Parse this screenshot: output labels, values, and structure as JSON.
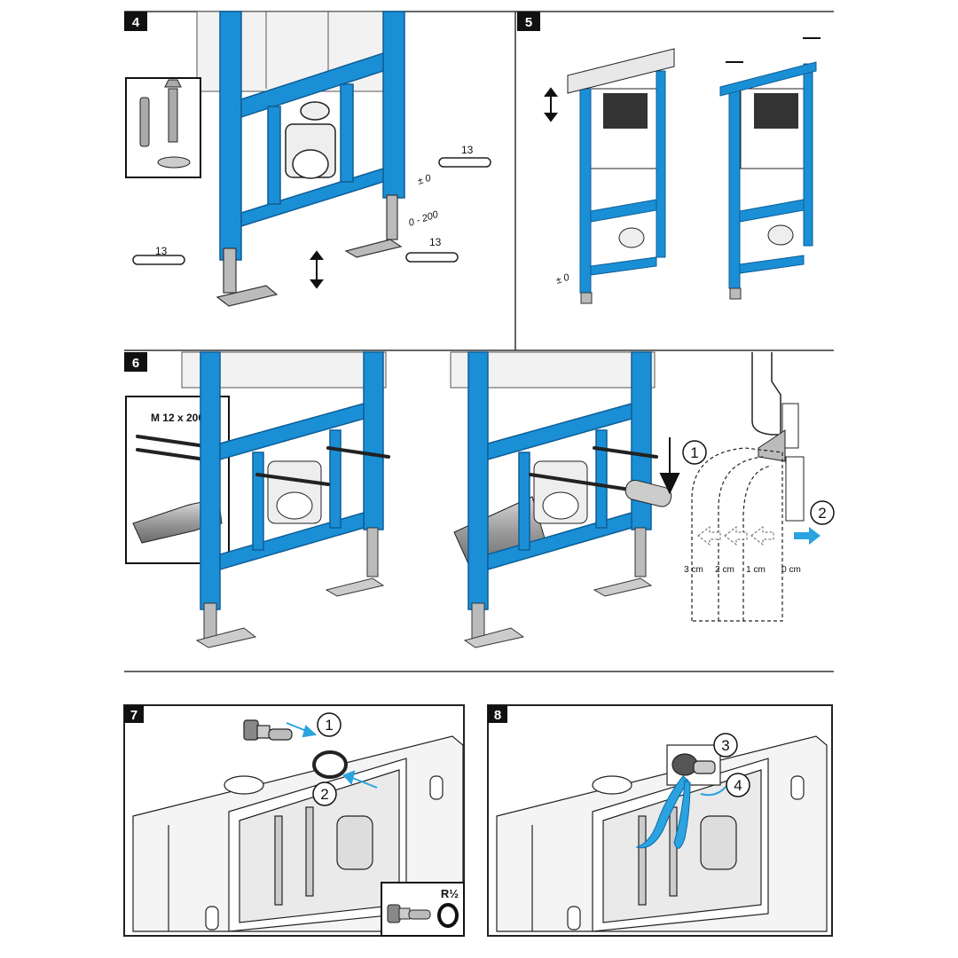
{
  "steps": [
    {
      "number": "4",
      "labels": {
        "wrench_left": "13",
        "wrench_top_right": "13",
        "wrench_mid_right": "13",
        "tol_top": "± 0",
        "range": "0 - 200"
      }
    },
    {
      "number": "5",
      "labels": {
        "tol_bottom": "± 0"
      }
    },
    {
      "number": "6",
      "labels": {
        "rod_spec": "M 12 x 200",
        "marker_1": "1",
        "marker_2": "2",
        "cm3": "3 cm",
        "cm2": "2 cm",
        "cm1": "1 cm",
        "cm0": "0 cm"
      }
    },
    {
      "number": "7",
      "labels": {
        "marker_1": "1",
        "marker_2": "2",
        "thread": "R½"
      }
    },
    {
      "number": "8",
      "labels": {
        "marker_3": "3",
        "marker_4": "4"
      }
    }
  ],
  "colors": {
    "frame_blue": "#1a8fd6",
    "frame_dark": "#0e6aa8",
    "line": "#222222",
    "water": "#2aa3e0",
    "box": "#111111"
  }
}
